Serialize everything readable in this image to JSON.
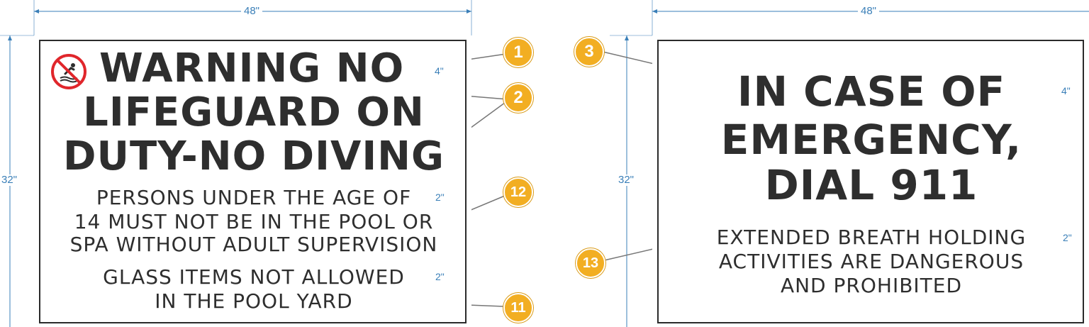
{
  "dimensions": {
    "left_width": "48\"",
    "left_height": "32\"",
    "right_width": "48\"",
    "right_height": "32\""
  },
  "left_sign": {
    "headline": [
      "WARNING NO",
      "LIFEGUARD ON",
      "DUTY-NO DIVING"
    ],
    "headline_height": "4\"",
    "paragraph1": [
      "PERSONS UNDER THE AGE OF",
      "14 MUST NOT BE IN THE POOL OR",
      "SPA WITHOUT ADULT SUPERVISION"
    ],
    "paragraph1_height": "2\"",
    "paragraph2": [
      "GLASS ITEMS NOT ALLOWED",
      "IN THE POOL YARD"
    ],
    "paragraph2_height": "2\"",
    "icon": "no-diving-icon"
  },
  "right_sign": {
    "headline": [
      "IN CASE OF",
      "EMERGENCY,",
      "DIAL 911"
    ],
    "headline_height": "4\"",
    "paragraph": [
      "EXTENDED BREATH HOLDING",
      "ACTIVITIES ARE DANGEROUS",
      "AND PROHIBITED"
    ],
    "paragraph_height": "2\""
  },
  "callouts": [
    "1",
    "2",
    "12",
    "11",
    "3",
    "13"
  ],
  "colors": {
    "callout": "#f2ae22",
    "dimension": "#3a7fb8",
    "text": "#2e2e2e",
    "prohibition": "#e0262b"
  }
}
